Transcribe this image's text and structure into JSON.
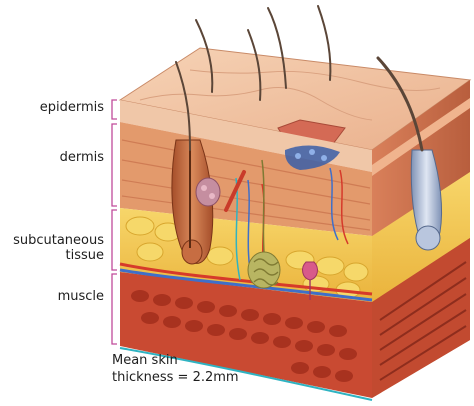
{
  "labels": {
    "epidermis": "epidermis",
    "dermis": "dermis",
    "subcutaneous": [
      "subcutaneous",
      "tissue"
    ],
    "muscle": "muscle"
  },
  "caption": {
    "line1": "Mean skin",
    "line2": "thickness = 2.2mm"
  },
  "colors": {
    "bracket": "#c04a9a",
    "epidermis": "#f0c7a8",
    "dermis": "#e39a6c",
    "subcutaneous": "#f2c84e",
    "muscle": "#c94a32",
    "vein": "#3f6fc9",
    "artery": "#d63a2a",
    "nerve": "#2fb3c2"
  }
}
